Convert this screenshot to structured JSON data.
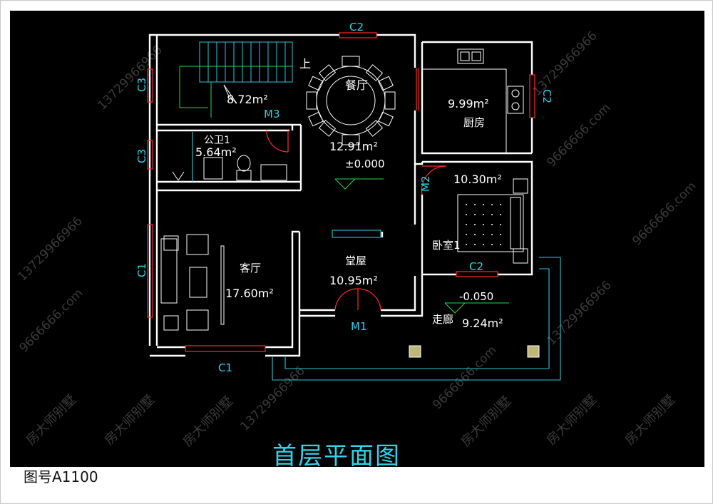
{
  "title": "首层平面图",
  "drawing_number": "图号A1100",
  "watermarks": [
    "房大师别墅",
    "13729966966",
    "9666666.com"
  ],
  "rooms": {
    "stair": {
      "area": "8.72m²",
      "up_mark": "上"
    },
    "dining": {
      "name": "餐厅",
      "area": "12.91m²",
      "elevation": "±0.000"
    },
    "kitchen": {
      "name": "厨房",
      "area": "9.99m²"
    },
    "toilet": {
      "name": "公卫1",
      "area": "5.64m²"
    },
    "bedroom": {
      "name": "卧室1",
      "area": "10.30m²"
    },
    "living": {
      "name": "客厅",
      "area": "17.60m²"
    },
    "hall": {
      "name": "堂屋",
      "area": "10.95m²"
    },
    "corridor": {
      "name": "走廊",
      "area": "9.24m²",
      "elevation": "-0.050"
    }
  },
  "openings": {
    "c2_top": "C2",
    "c2_kitchen": "C2",
    "c2_bedroom": "C2",
    "c3_stair": "C3",
    "c3_toilet": "C3",
    "c1_left": "C1",
    "c1_bottom": "C1",
    "m1": "M1",
    "m2": "M2",
    "m3": "M3"
  },
  "colors": {
    "background": "#000000",
    "walls": "#ffffff",
    "labels": "#34d2e8",
    "windows": "#ff2b2b",
    "title_underline": "#2ee84a"
  }
}
